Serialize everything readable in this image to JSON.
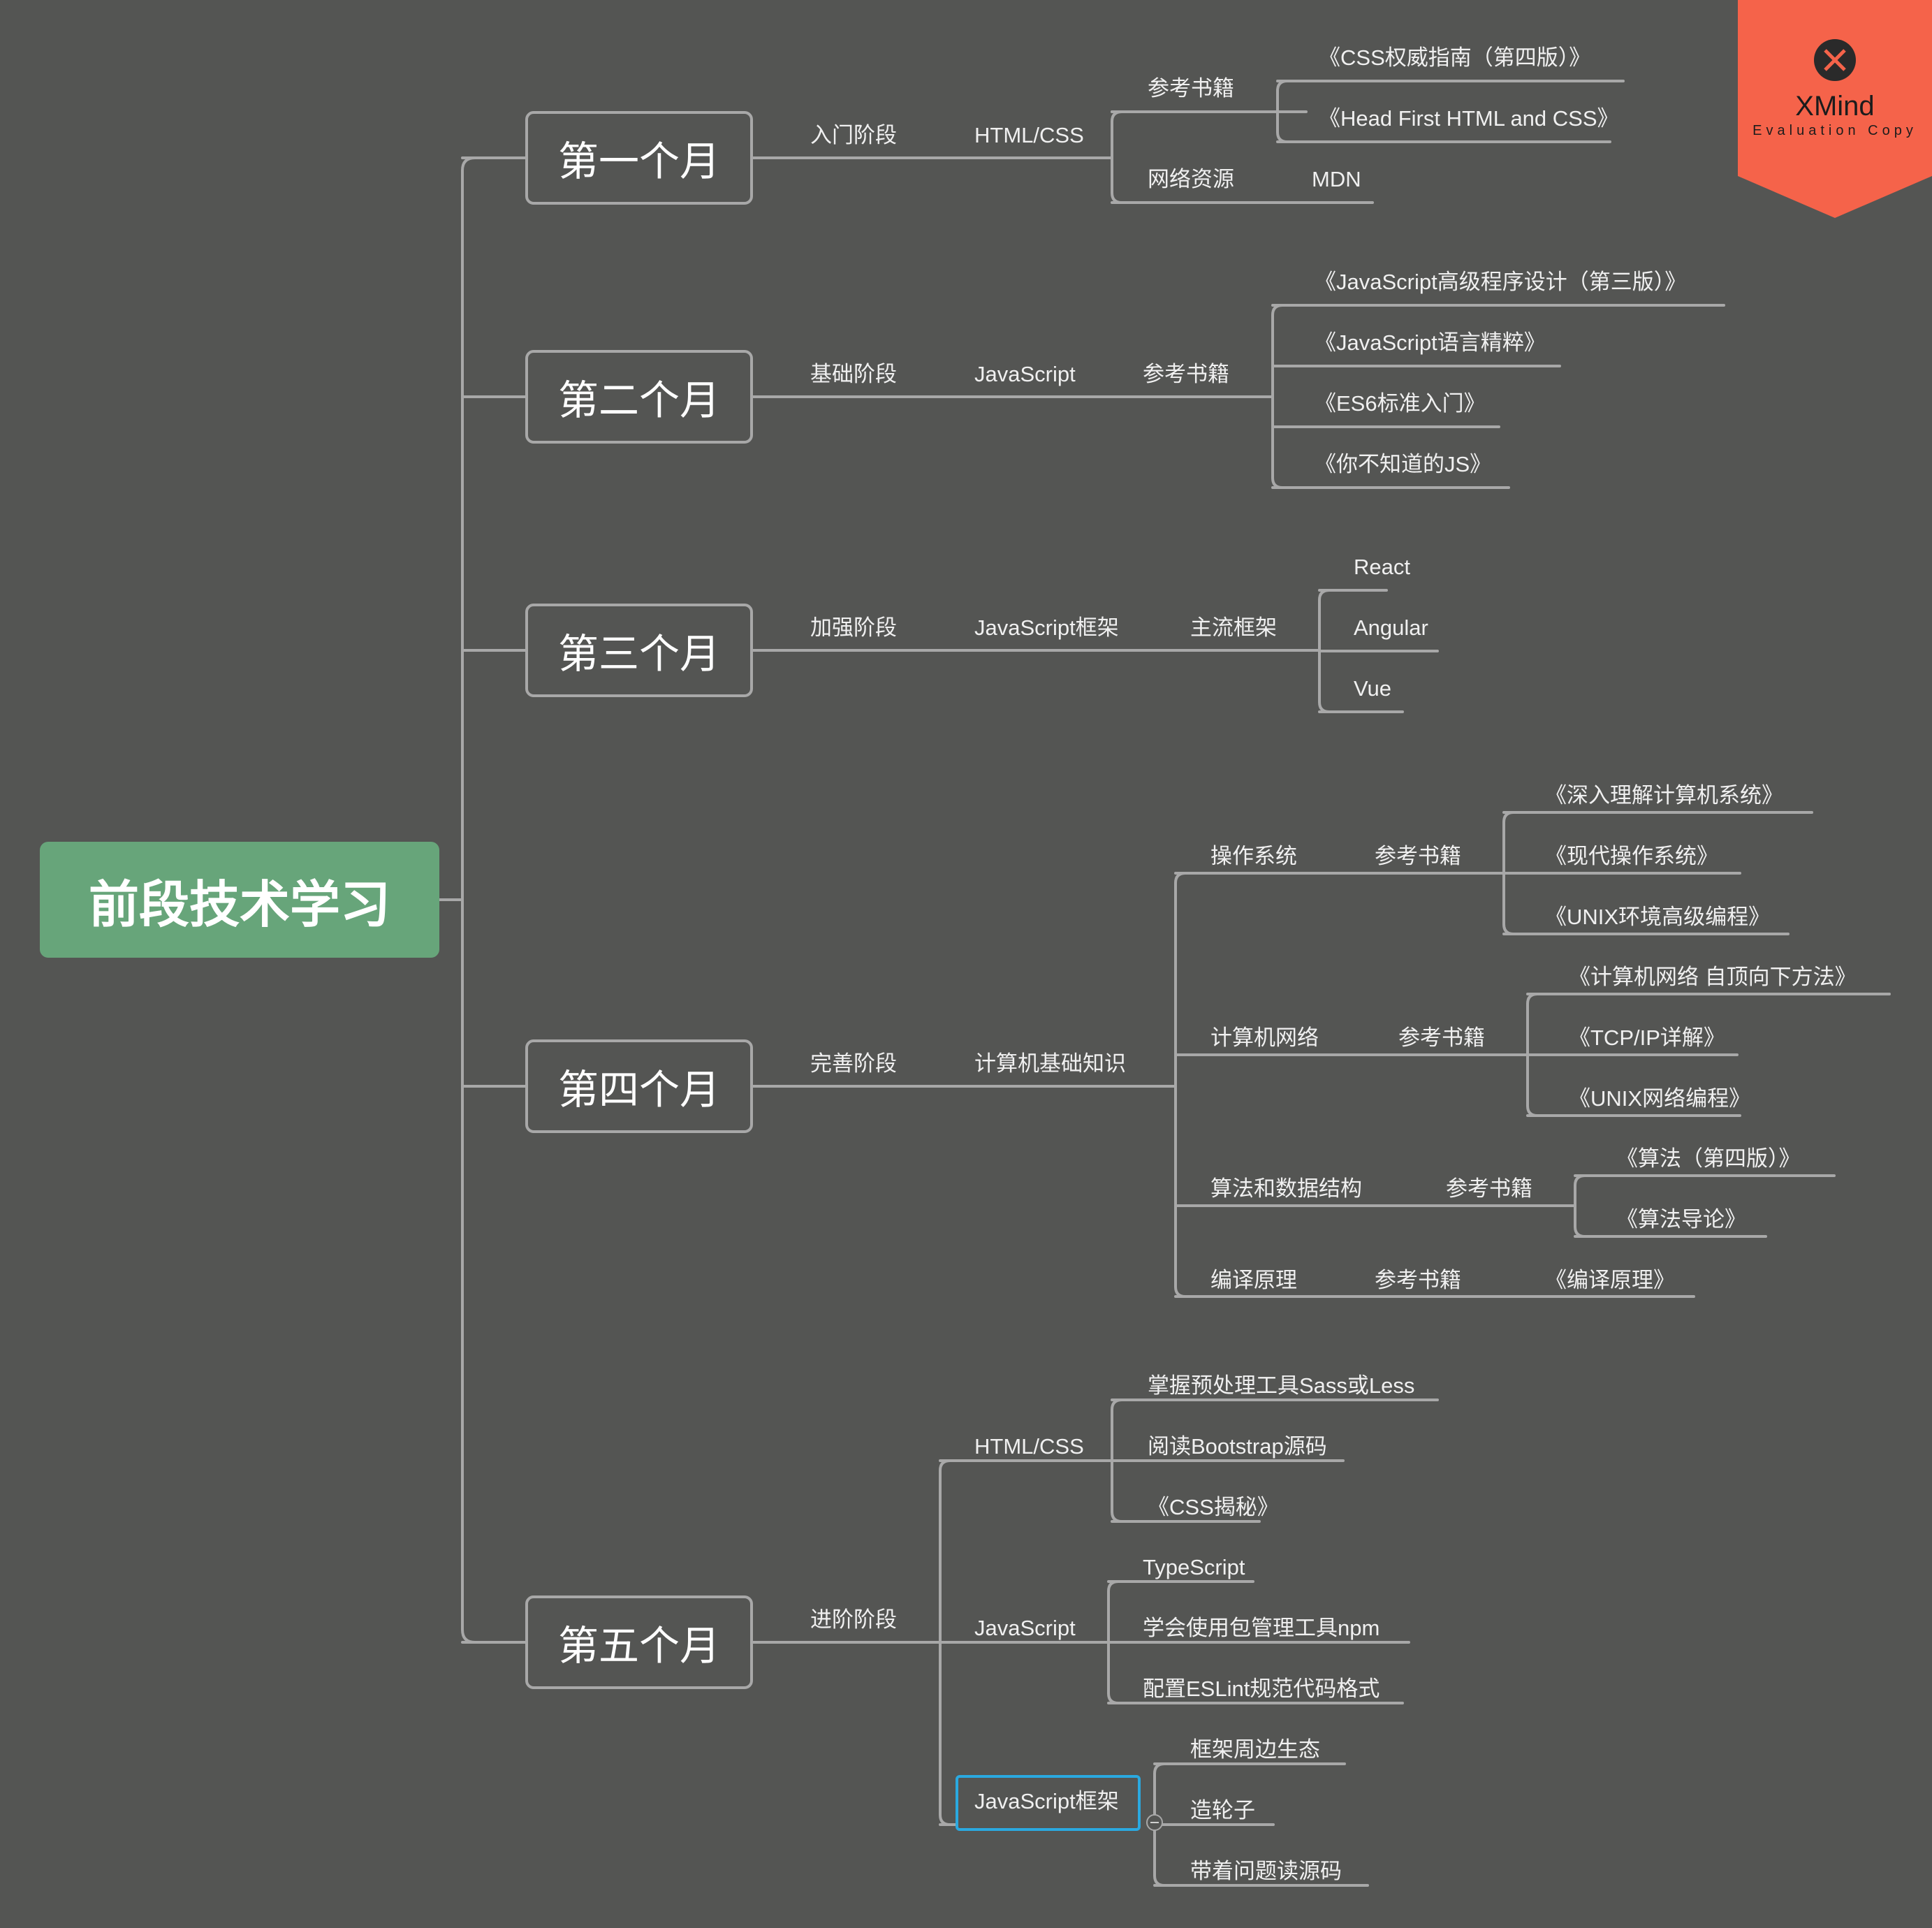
{
  "root": {
    "label": "前段技术学习"
  },
  "months": [
    {
      "label": "第一个月",
      "stage": "入门阶段",
      "topics": [
        {
          "name": "HTML/CSS",
          "groups": [
            {
              "name": "参考书籍",
              "items": [
                "《CSS权威指南（第四版）》",
                "《Head First HTML and CSS》"
              ]
            },
            {
              "name": "网络资源",
              "items": [
                "MDN"
              ]
            }
          ]
        }
      ]
    },
    {
      "label": "第二个月",
      "stage": "基础阶段",
      "topics": [
        {
          "name": "JavaScript",
          "groups": [
            {
              "name": "参考书籍",
              "items": [
                "《JavaScript高级程序设计（第三版）》",
                "《JavaScript语言精粹》",
                "《ES6标准入门》",
                "《你不知道的JS》"
              ]
            }
          ]
        }
      ]
    },
    {
      "label": "第三个月",
      "stage": "加强阶段",
      "topics": [
        {
          "name": "JavaScript框架",
          "groups": [
            {
              "name": "主流框架",
              "items": [
                "React",
                "Angular",
                "Vue"
              ]
            }
          ]
        }
      ]
    },
    {
      "label": "第四个月",
      "stage": "完善阶段",
      "topics": [
        {
          "name": "计算机基础知识",
          "subtopics": [
            {
              "name": "操作系统",
              "group": "参考书籍",
              "items": [
                "《深入理解计算机系统》",
                "《现代操作系统》",
                "《UNIX环境高级编程》"
              ]
            },
            {
              "name": "计算机网络",
              "group": "参考书籍",
              "items": [
                "《计算机网络 自顶向下方法》",
                "《TCP/IP详解》",
                "《UNIX网络编程》"
              ]
            },
            {
              "name": "算法和数据结构",
              "group": "参考书籍",
              "items": [
                "《算法（第四版）》",
                "《算法导论》"
              ]
            },
            {
              "name": "编译原理",
              "group": "参考书籍",
              "items": [
                "《编译原理》"
              ]
            }
          ]
        }
      ]
    },
    {
      "label": "第五个月",
      "stage": "进阶阶段",
      "topics": [
        {
          "name": "HTML/CSS",
          "items": [
            "掌握预处理工具Sass或Less",
            "阅读Bootstrap源码",
            "《CSS揭秘》"
          ]
        },
        {
          "name": "JavaScript",
          "items": [
            "TypeScript",
            "学会使用包管理工具npm",
            "配置ESLint规范代码格式"
          ]
        },
        {
          "name": "JavaScript框架",
          "selected": true,
          "items": [
            "框架周边生态",
            "造轮子",
            "带着问题读源码"
          ]
        }
      ]
    }
  ],
  "watermark": {
    "brand": "XMind",
    "subtitle": "Evaluation Copy",
    "icon": "xmind-x-icon"
  },
  "colors": {
    "background": "#545553",
    "branch_line": "#a8a8a8",
    "root_fill": "#67a57a",
    "text": "#f0f0f0",
    "selection": "#2aa9e0",
    "badge": "#f5634a"
  }
}
